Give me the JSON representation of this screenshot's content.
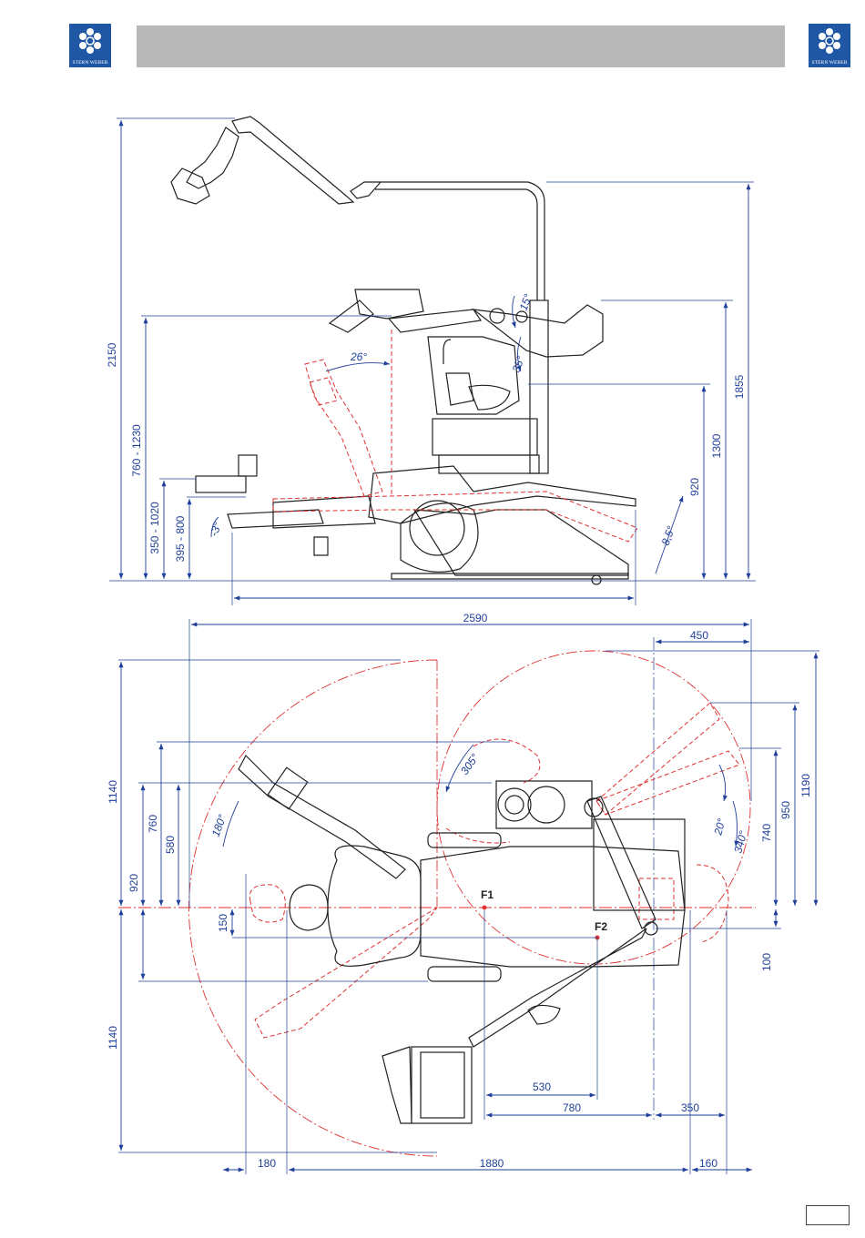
{
  "brand": {
    "logo_text": "STERN WEBER"
  },
  "side_view": {
    "dims": {
      "total_height": "2150",
      "light_height": "760 - 1230",
      "tray_height": "350 - 1020",
      "instrument_height": "395 - 800",
      "pole_height": "1855",
      "arm_height": "1300",
      "chair_height": "920",
      "length": "2590"
    },
    "angles": {
      "backrest": "26°",
      "tray_tilt": "-3°",
      "arm_up": "15°",
      "arm_down": "35°",
      "seat": "8,5°"
    }
  },
  "top_view": {
    "dims": {
      "left_1140_top": "1140",
      "left_1140_bottom": "1140",
      "d920": "920",
      "d760": "760",
      "d580": "580",
      "d150": "150",
      "d450": "450",
      "d1190": "1190",
      "d950": "950",
      "d740": "740",
      "d100": "100",
      "d530": "530",
      "d780": "780",
      "d350": "350",
      "d180": "180",
      "d1880": "1880",
      "d160": "160"
    },
    "angles": {
      "rot180": "180°",
      "rot305": "305°",
      "rot20": "20°",
      "rot340": "340°"
    },
    "points": {
      "f1": "F1",
      "f2": "F2"
    }
  },
  "colors": {
    "dimension": "#1f3f9a",
    "swing": "#e03030",
    "outline": "#222222",
    "header": "#b8b8b8",
    "logo": "#1f57a4"
  }
}
